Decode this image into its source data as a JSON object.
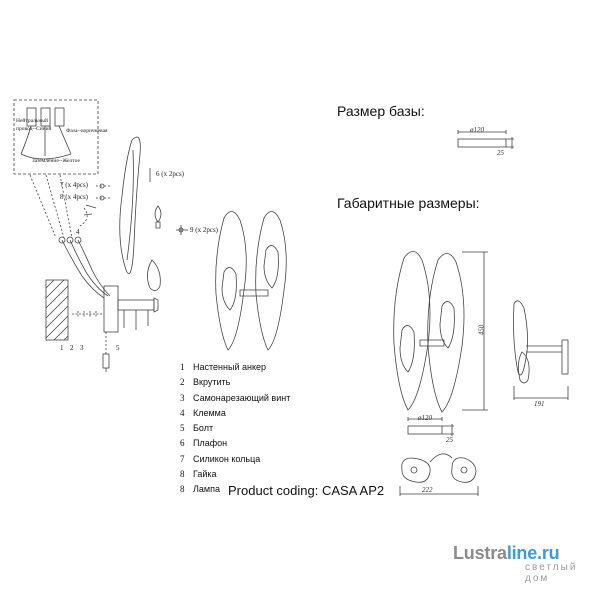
{
  "headings": {
    "base_size": "Размер базы:",
    "overall_size": "Габаритные размеры:"
  },
  "wiring": {
    "neutral": "Нейтральный",
    "neutral_2": "провод--Синий",
    "phase": "Фаза--коричневая",
    "ground": "Заземление--Желтое"
  },
  "callouts": {
    "c6": "6 (x 2pcs)",
    "c7": "7 (x 4pcs)",
    "c8": "8 (x 4pcs)",
    "c9": "9 (x 2pcs)",
    "c4": "4",
    "c1": "1",
    "c2": "2",
    "c3": "3",
    "c5": "5"
  },
  "legend": [
    {
      "num": "1",
      "label": "Настенный анкер"
    },
    {
      "num": "2",
      "label": "Вкрутить"
    },
    {
      "num": "3",
      "label": "Самонарезающий винт"
    },
    {
      "num": "4",
      "label": "Клемма"
    },
    {
      "num": "5",
      "label": "Болт"
    },
    {
      "num": "6",
      "label": "Плафон"
    },
    {
      "num": "7",
      "label": "Силикон кольца"
    },
    {
      "num": "8",
      "label": "Гайка"
    },
    {
      "num": "8",
      "label": "Лампа"
    }
  ],
  "product_coding": "Product coding: CASA AP2",
  "dimensions": {
    "base_diameter": "ø120",
    "base_depth": "25",
    "height": "450",
    "depth": "191",
    "width": "222",
    "top_diameter": "ø120",
    "top_depth": "25"
  },
  "logo": {
    "part_a": "Lustra",
    "part_b": "line.ru",
    "tagline": "светлый дом"
  }
}
